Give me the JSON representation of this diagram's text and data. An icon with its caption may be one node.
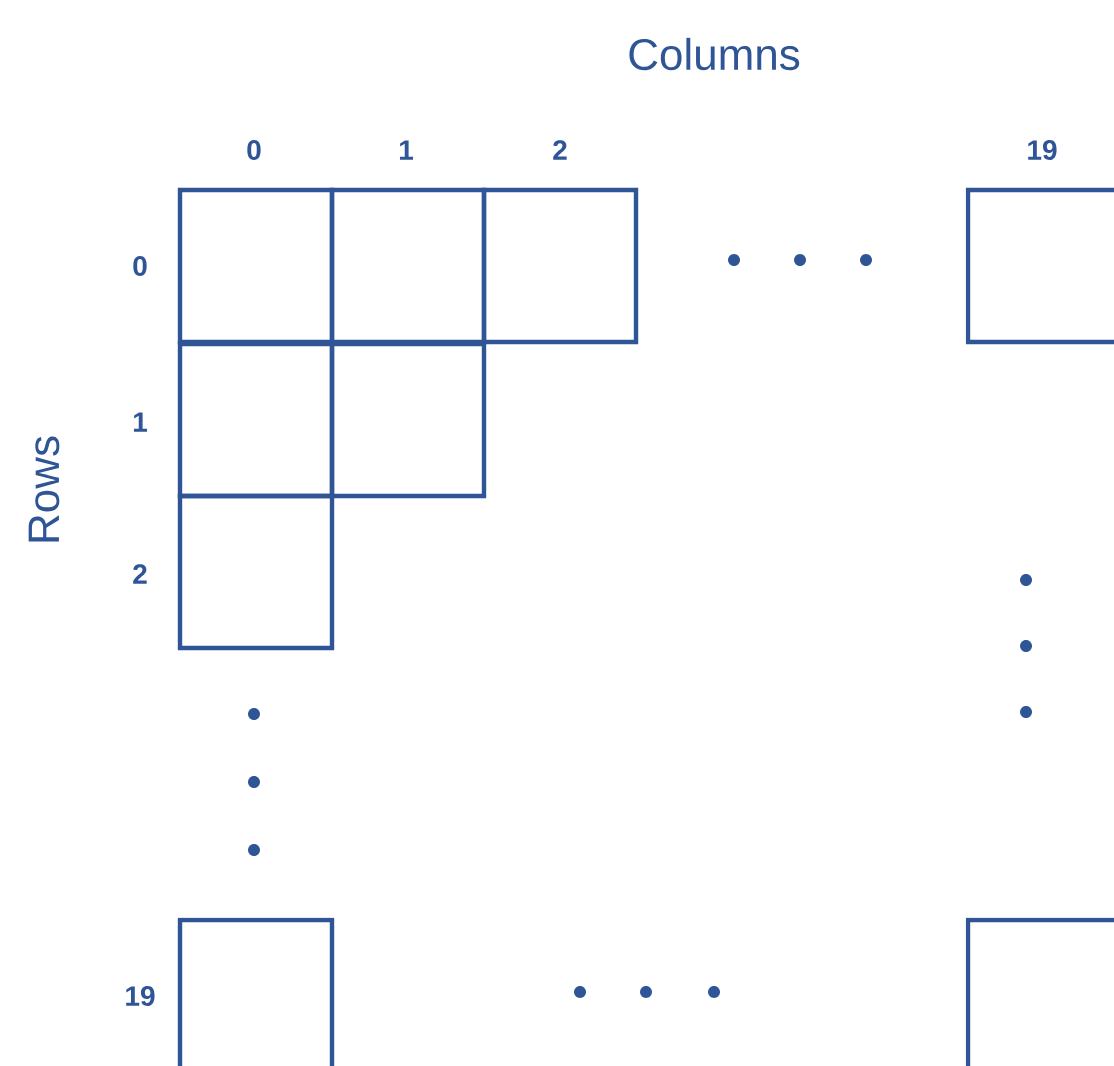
{
  "diagram": {
    "nodes": [
      {
        "text": [],
        "shape": "box"
      },
      {
        "text": [],
        "shape": "box"
      },
      {
        "text": [],
        "shape": "box"
      },
      {
        "text": [],
        "shape": "box"
      },
      {
        "text": [],
        "shape": "box"
      },
      {
        "text": [],
        "shape": "box"
      },
      {
        "text": [],
        "shape": "box"
      },
      {
        "text": [],
        "shape": "box"
      },
      {
        "text": [],
        "shape": "box"
      }
    ],
    "edges": [],
    "labels": [
      "Columns",
      "0",
      "1",
      "2",
      "19",
      "Rows",
      "0",
      "1",
      "2",
      "19"
    ]
  }
}
